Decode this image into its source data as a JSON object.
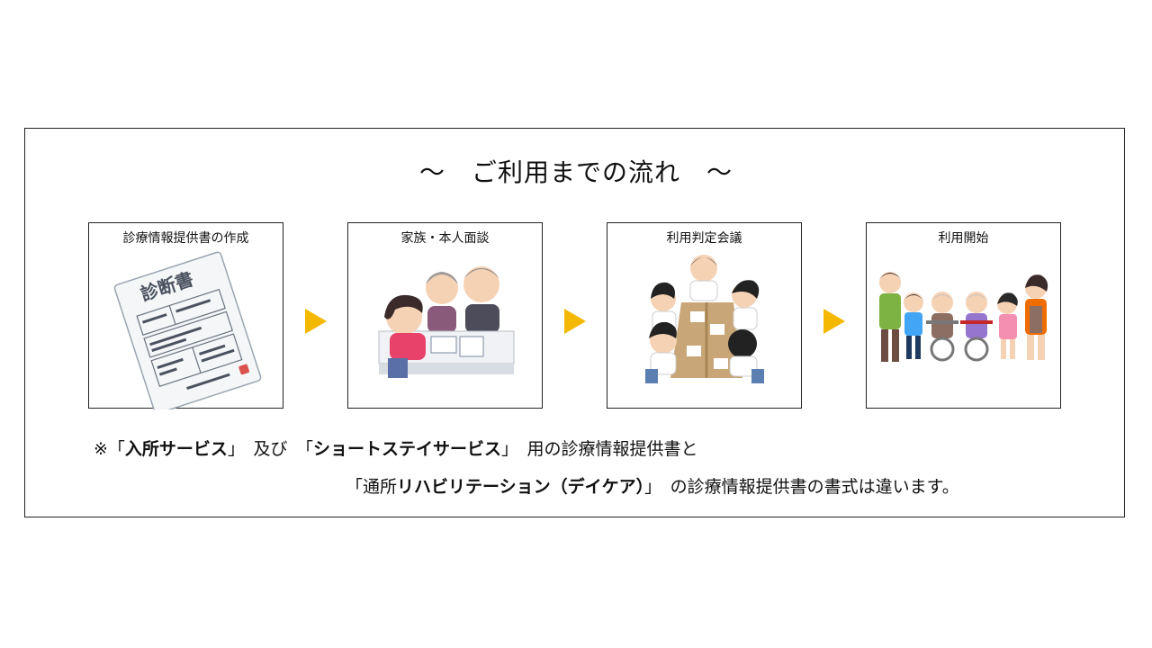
{
  "title": "～　ご利用までの流れ　～",
  "steps": [
    {
      "label": "診療情報提供書の作成",
      "icon": "diagnosis-document-icon"
    },
    {
      "label": "家族・本人面談",
      "icon": "family-interview-icon"
    },
    {
      "label": "利用判定会議",
      "icon": "judgment-meeting-icon"
    },
    {
      "label": "利用開始",
      "icon": "service-start-icon"
    }
  ],
  "document_stamp": "診断書",
  "note": {
    "prefix": "※「",
    "service1": "入所サービス",
    "close1": "」",
    "and": "　及び　「",
    "service2": "ショートステイサービス",
    "close2": "」",
    "line1_rest": "　用の診療情報提供書と",
    "line2_open": "「通所",
    "service3": "リハビリテーション（デイケア）",
    "close3": "」",
    "line2_rest": "　の診療情報提供書の書式は違います。"
  },
  "colors": {
    "arrow": "#f5b800",
    "border": "#222222"
  }
}
